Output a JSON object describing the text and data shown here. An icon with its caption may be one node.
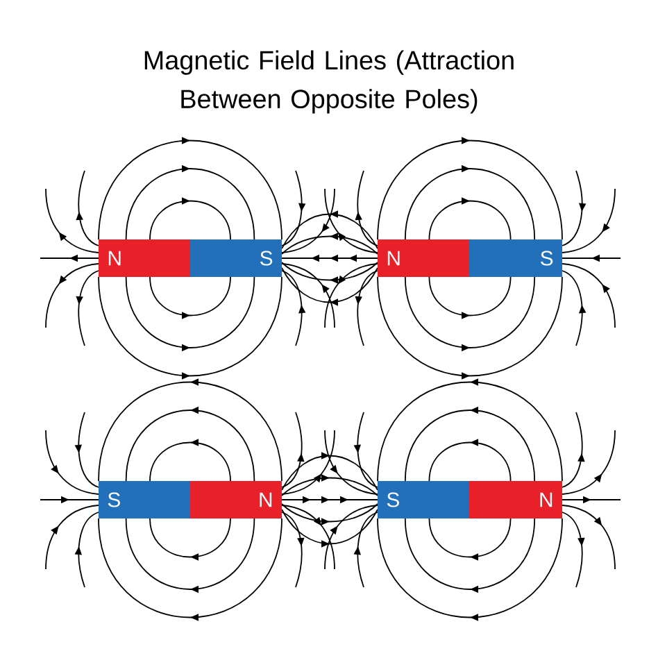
{
  "diagram": {
    "title": "Magnetic Field Lines (Attraction Between Opposite Poles)",
    "nodes": [
      {
        "text": [
          "N"
        ]
      },
      {
        "text": [
          "S"
        ]
      },
      {
        "text": [
          "N"
        ]
      },
      {
        "text": [
          "S"
        ]
      },
      {
        "text": [
          "S"
        ]
      },
      {
        "text": [
          "N"
        ]
      },
      {
        "text": [
          "S"
        ]
      },
      {
        "text": [
          "N"
        ]
      }
    ]
  }
}
